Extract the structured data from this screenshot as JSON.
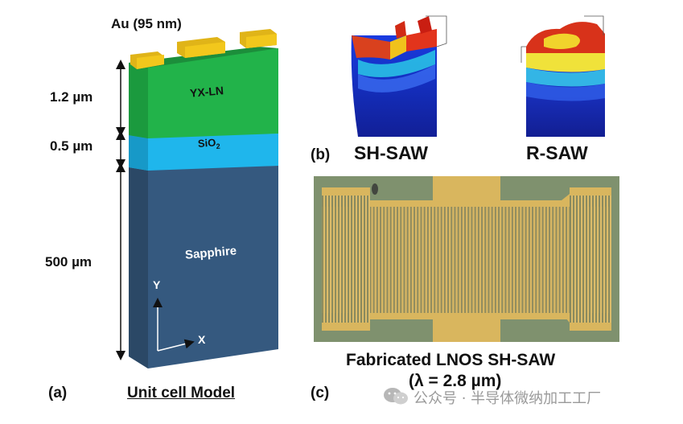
{
  "panel_a": {
    "top_label": "Au (95 nm)",
    "dim_ln": "1.2 µm",
    "dim_sio2": "0.5 µm",
    "dim_sapphire": "500 µm",
    "layer_ln": "YX-LN",
    "layer_sio2_base": "SiO",
    "layer_sio2_sub": "2",
    "layer_sapphire": "Sapphire",
    "axis_y": "Y",
    "axis_x": "X",
    "panel_letter": "(a)",
    "caption": "Unit cell Model"
  },
  "panel_b": {
    "panel_letter": "(b)",
    "mode1": "SH-SAW",
    "mode2": "R-SAW"
  },
  "panel_c": {
    "panel_letter": "(c)",
    "caption_line1": "Fabricated LNOS SH-SAW",
    "caption_line2": "(λ = 2.8 µm)"
  },
  "watermark": {
    "text": "公众号 · 半导体微纳加工工厂"
  },
  "colors": {
    "gold": "#f2c71c",
    "ln_green": "#22b34a",
    "sio2_blue": "#1fb6ec",
    "sapphire": "#35597f",
    "chip_bg": "#7e8f6d",
    "electrode": "#d9b65e"
  }
}
